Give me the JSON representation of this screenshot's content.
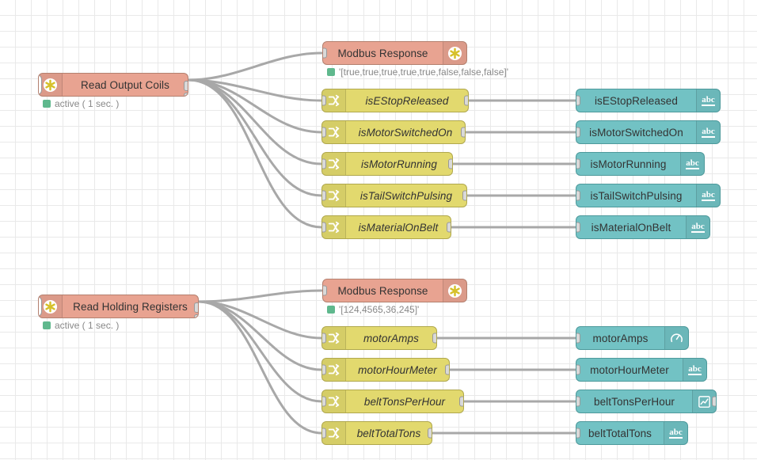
{
  "app": {
    "name": "Node-RED flow editor canvas",
    "grid_size": 20,
    "background": "#ffffff",
    "grid_color": "#e9e9e9"
  },
  "palette": {
    "modbus_node": "#e8a391",
    "change_node": "#e2d96e",
    "ui_node": "#72c2c4",
    "wire": "#a8a8a8",
    "status_dot": "#5fb88d",
    "port": "#d9d9d9"
  },
  "flows": [
    {
      "id": "coils",
      "trigger": {
        "label": "Read Output Coils",
        "status": "active ( 1 sec. )",
        "icon": "modbus-asterisk-icon"
      },
      "response": {
        "label": "Modbus Response",
        "status": "'[true,true,true,true,true,false,false,false]'",
        "icon": "modbus-asterisk-icon"
      },
      "changes": [
        {
          "label": "isEStopReleased",
          "icon": "change-swap-icon"
        },
        {
          "label": "isMotorSwitchedOn",
          "icon": "change-swap-icon"
        },
        {
          "label": "isMotorRunning",
          "icon": "change-swap-icon"
        },
        {
          "label": "isTailSwitchPulsing",
          "icon": "change-swap-icon"
        },
        {
          "label": "isMaterialOnBelt",
          "icon": "change-swap-icon"
        }
      ],
      "widgets": [
        {
          "label": "isEStopReleased",
          "icon": "abc-text-icon",
          "has_output": false
        },
        {
          "label": "isMotorSwitchedOn",
          "icon": "abc-text-icon",
          "has_output": false
        },
        {
          "label": "isMotorRunning",
          "icon": "abc-text-icon",
          "has_output": false
        },
        {
          "label": "isTailSwitchPulsing",
          "icon": "abc-text-icon",
          "has_output": false
        },
        {
          "label": "isMaterialOnBelt",
          "icon": "abc-text-icon",
          "has_output": false
        }
      ]
    },
    {
      "id": "registers",
      "trigger": {
        "label": "Read Holding Registers",
        "status": "active ( 1 sec. )",
        "icon": "modbus-asterisk-icon"
      },
      "response": {
        "label": "Modbus Response",
        "status": "'[124,4565,36,245]'",
        "icon": "modbus-asterisk-icon"
      },
      "changes": [
        {
          "label": "motorAmps",
          "icon": "change-swap-icon"
        },
        {
          "label": "motorHourMeter",
          "icon": "change-swap-icon"
        },
        {
          "label": "beltTonsPerHour",
          "icon": "change-swap-icon"
        },
        {
          "label": "beltTotalTons",
          "icon": "change-swap-icon"
        }
      ],
      "widgets": [
        {
          "label": "motorAmps",
          "icon": "gauge-icon",
          "has_output": false
        },
        {
          "label": "motorHourMeter",
          "icon": "abc-text-icon",
          "has_output": false
        },
        {
          "label": "beltTonsPerHour",
          "icon": "line-chart-icon",
          "has_output": true
        },
        {
          "label": "beltTotalTons",
          "icon": "abc-text-icon",
          "has_output": false
        }
      ]
    }
  ]
}
